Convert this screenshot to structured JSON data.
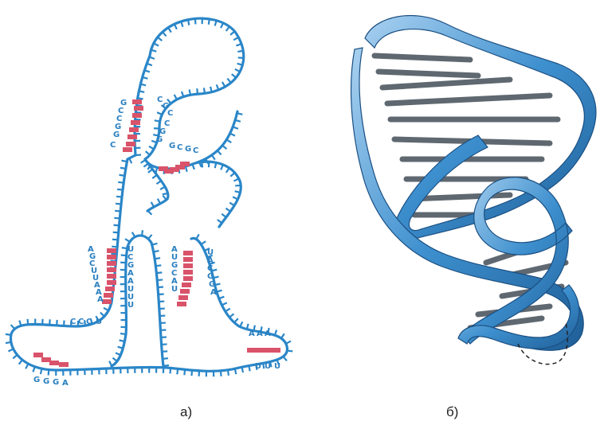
{
  "figure": {
    "labels": {
      "left": "а)",
      "right": "б)"
    },
    "colors": {
      "strand": "#2a86c8",
      "pair": "#d9536a",
      "ribbon": "#3d8fce",
      "rung": "#5f6870"
    }
  },
  "diagram_a": {
    "letters": [
      "G",
      "C",
      "C",
      "G",
      "G",
      "C",
      "C",
      "G",
      "C",
      "C",
      "G",
      "G",
      "A",
      "G",
      "C",
      "U",
      "U",
      "A",
      "A",
      "A",
      "C",
      "C",
      "C",
      "U",
      "G",
      "G",
      "G",
      "A",
      "U",
      "C",
      "G",
      "A",
      "A",
      "U",
      "U",
      "U",
      "A",
      "U",
      "G",
      "C",
      "A",
      "U",
      "U",
      "A",
      "C",
      "G",
      "G",
      "A",
      "A",
      "A",
      "A",
      "U",
      "U",
      "U",
      "G",
      "C",
      "G",
      "C"
    ]
  }
}
